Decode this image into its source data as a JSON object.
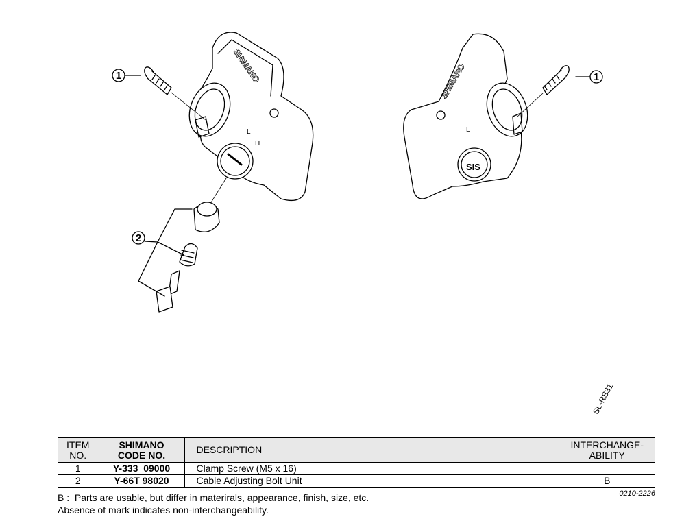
{
  "diagram": {
    "callouts": [
      "1",
      "2"
    ],
    "model": "SL-RS31",
    "brand_lettering": "SHIMANO",
    "shifter_marks": {
      "low": "L",
      "high": "H",
      "badge": "SIS"
    }
  },
  "table": {
    "headers": {
      "item": [
        "ITEM",
        "NO."
      ],
      "code": [
        "SHIMANO",
        "CODE NO."
      ],
      "description": "DESCRIPTION",
      "interchange": [
        "INTERCHANGE-",
        "ABILITY"
      ]
    },
    "rows": [
      {
        "item": "1",
        "code": "Y-333  09000",
        "description": "Clamp Screw (M5 x 16)",
        "interchange": ""
      },
      {
        "item": "2",
        "code": "Y-66T 98020",
        "description": "Cable Adjusting Bolt Unit",
        "interchange": "B"
      }
    ]
  },
  "notes": {
    "b": "B :  Parts are usable, but differ in materirals, appearance, finish, size, etc.",
    "absence": "Absence of mark indicates non-interchangeability."
  },
  "doc_number": "0210-2226"
}
